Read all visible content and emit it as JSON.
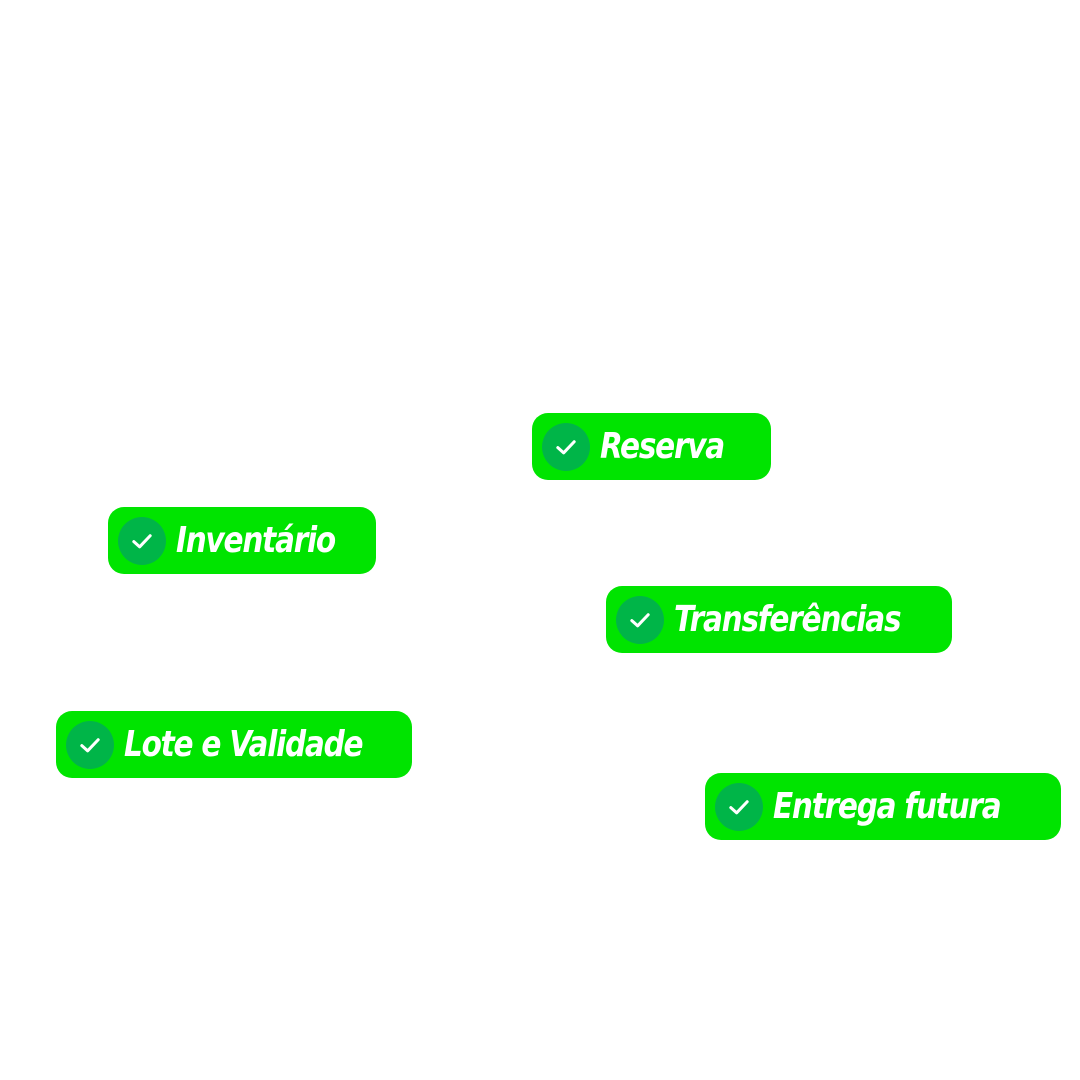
{
  "colors": {
    "background": "#ffffff",
    "badge": "#00e400",
    "check_circle": "#00b548",
    "text": "#ffffff"
  },
  "badges": [
    {
      "label": "Reserva",
      "icon": "check-icon"
    },
    {
      "label": "Inventário",
      "icon": "check-icon"
    },
    {
      "label": "Transferências",
      "icon": "check-icon"
    },
    {
      "label": "Lote e Validade",
      "icon": "check-icon"
    },
    {
      "label": "Entrega futura",
      "icon": "check-icon"
    }
  ]
}
